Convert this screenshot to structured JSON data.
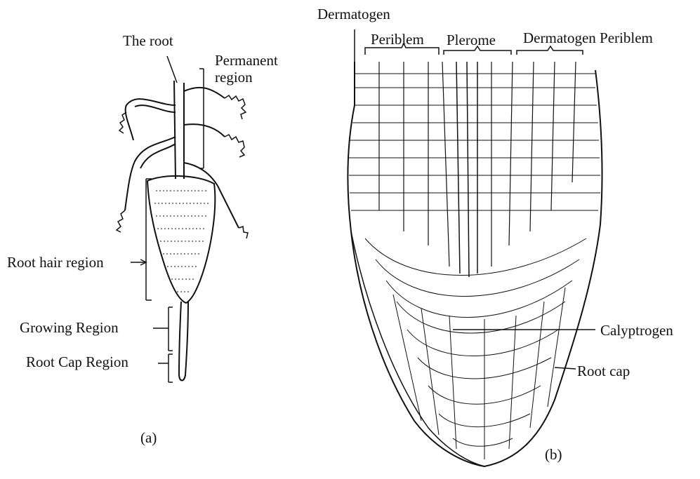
{
  "figure_a": {
    "caption": "(a)",
    "labels": {
      "the_root": "The root",
      "permanent_region": "Permanent region",
      "root_hair_region": "Root hair region",
      "growing_region": "Growing Region",
      "root_cap_region": "Root Cap Region"
    }
  },
  "figure_b": {
    "caption": "(b)",
    "labels": {
      "dermatogen_top": "Dermatogen",
      "periblem": "Periblem",
      "plerome": "Plerome",
      "dermatogen_periblem": "Dermatogen Periblem",
      "calyptrogen": "Calyptrogen",
      "root_cap": "Root cap"
    }
  },
  "colors": {
    "ink": "#111111",
    "background": "#ffffff"
  }
}
